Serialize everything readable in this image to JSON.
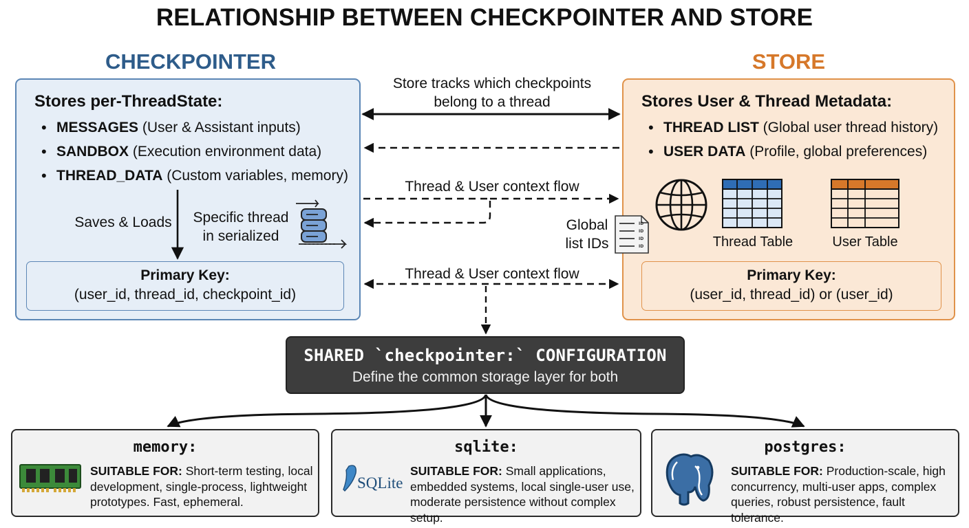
{
  "title": "RELATIONSHIP BETWEEN CHECKPOINTER AND STORE",
  "checkpointer": {
    "heading": "CHECKPOINTER",
    "panel_title": "Stores per-ThreadState:",
    "items": [
      {
        "key": "MESSAGES",
        "desc": " (User & Assistant inputs)"
      },
      {
        "key": "SANDBOX",
        "desc": " (Execution environment data)"
      },
      {
        "key": "THREAD_DATA",
        "desc": " (Custom variables, memory)"
      }
    ],
    "saves_loads": "Saves & Loads",
    "serialized_line1": "Specific thread",
    "serialized_line2": "in serialized",
    "primary_key_title": "Primary Key:",
    "primary_key_value": "(user_id, thread_id, checkpoint_id)"
  },
  "store": {
    "heading": "STORE",
    "panel_title": "Stores User & Thread Metadata:",
    "items": [
      {
        "key": "THREAD LIST",
        "desc": " (Global user thread history)"
      },
      {
        "key": "USER DATA",
        "desc": " (Profile, global preferences)"
      }
    ],
    "thread_table_label": "Thread Table",
    "user_table_label": "User Table",
    "global_ids_line1": "Global",
    "global_ids_line2": "list IDs",
    "primary_key_title": "Primary Key:",
    "primary_key_value": "(user_id, thread_id) or (user_id)"
  },
  "flows": {
    "tracks_line1": "Store tracks which checkpoints",
    "tracks_line2": "belong to a thread",
    "context_flow_1": "Thread & User context flow",
    "context_flow_2": "Thread & User context flow",
    "id_tag": "ID"
  },
  "shared": {
    "title": "SHARED `checkpointer:` CONFIGURATION",
    "subtitle": "Define the common storage layer for both"
  },
  "options": [
    {
      "name": "memory:",
      "suitable_label": "SUITABLE FOR:",
      "lines": [
        " Short-term testing, local",
        "development, single-process, lightweight",
        "prototypes. Fast, ephemeral."
      ]
    },
    {
      "name": "sqlite:",
      "logo_text": "SQLite",
      "suitable_label": "SUITABLE FOR:",
      "lines": [
        " Small applications,",
        "embedded systems, local single-user use,",
        "moderate persistence without complex setup."
      ]
    },
    {
      "name": "postgres:",
      "suitable_label": "SUITABLE FOR:",
      "lines": [
        " Production-scale, high",
        "concurrency, multi-user apps, complex",
        "queries, robust persistence, fault tolerance."
      ]
    }
  ],
  "colors": {
    "checkpointer_accent": "#2e5c8a",
    "store_accent": "#d6782a",
    "checkpointer_bg": "#e6eef7",
    "store_bg": "#fbe8d6",
    "shared_bg": "#3d3d3d"
  }
}
